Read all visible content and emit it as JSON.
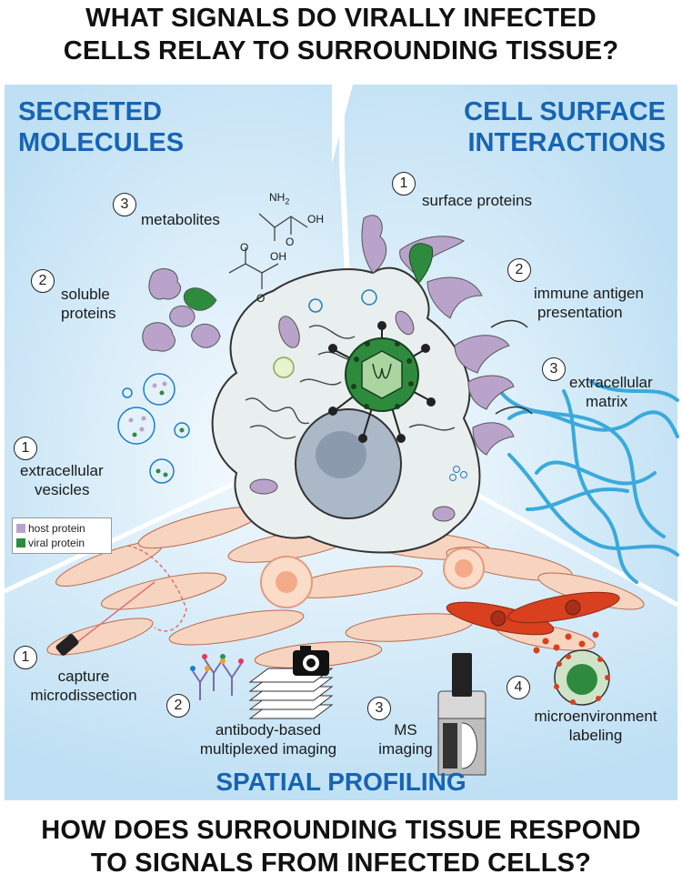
{
  "header": {
    "line1": "WHAT SIGNALS DO VIRALLY INFECTED",
    "line2": "CELLS RELAY TO SURROUNDING TISSUE?"
  },
  "footer": {
    "line1": "HOW DOES SURROUNDING TISSUE RESPOND",
    "line2": "TO SIGNALS FROM INFECTED CELLS?"
  },
  "secreted": {
    "title1": "SECRETED",
    "title2": "MOLECULES",
    "items": [
      {
        "num": "3",
        "label": "metabolites"
      },
      {
        "num": "2",
        "label1": "soluble",
        "label2": "proteins"
      },
      {
        "num": "1",
        "label1": "extracellular",
        "label2": "vesicles"
      }
    ],
    "chem": {
      "nh2": "NH",
      "sub2": "2",
      "oh": "OH",
      "o": "O"
    }
  },
  "surface": {
    "title1": "CELL SURFACE",
    "title2": "INTERACTIONS",
    "items": [
      {
        "num": "1",
        "label": "surface proteins"
      },
      {
        "num": "2",
        "label1": "immune antigen",
        "label2": "presentation"
      },
      {
        "num": "3",
        "label1": "extracellular",
        "label2": "matrix"
      }
    ]
  },
  "legend": {
    "host": "host protein",
    "viral": "viral protein",
    "host_color": "#b9a3cb",
    "viral_color": "#2e8b3e"
  },
  "spatial": {
    "title": "SPATIAL PROFILING",
    "items": [
      {
        "num": "1",
        "label1": "capture",
        "label2": "microdissection"
      },
      {
        "num": "2",
        "label1": "antibody-based",
        "label2": "multiplexed imaging"
      },
      {
        "num": "3",
        "label1": "MS",
        "label2": "imaging"
      },
      {
        "num": "4",
        "label1": "microenvironment",
        "label2": "labeling"
      }
    ]
  },
  "colors": {
    "accent": "#1664b4",
    "panel_bg": "#c9e4f5",
    "tissue": "#f7d4c0",
    "activated": "#d8401f",
    "viral": "#2e8b3e",
    "host": "#b9a3cb",
    "ecm": "#3aa9dc"
  },
  "icons": [
    "camera-icon",
    "laser-icon",
    "ms-instrument-icon",
    "virus-icon"
  ]
}
